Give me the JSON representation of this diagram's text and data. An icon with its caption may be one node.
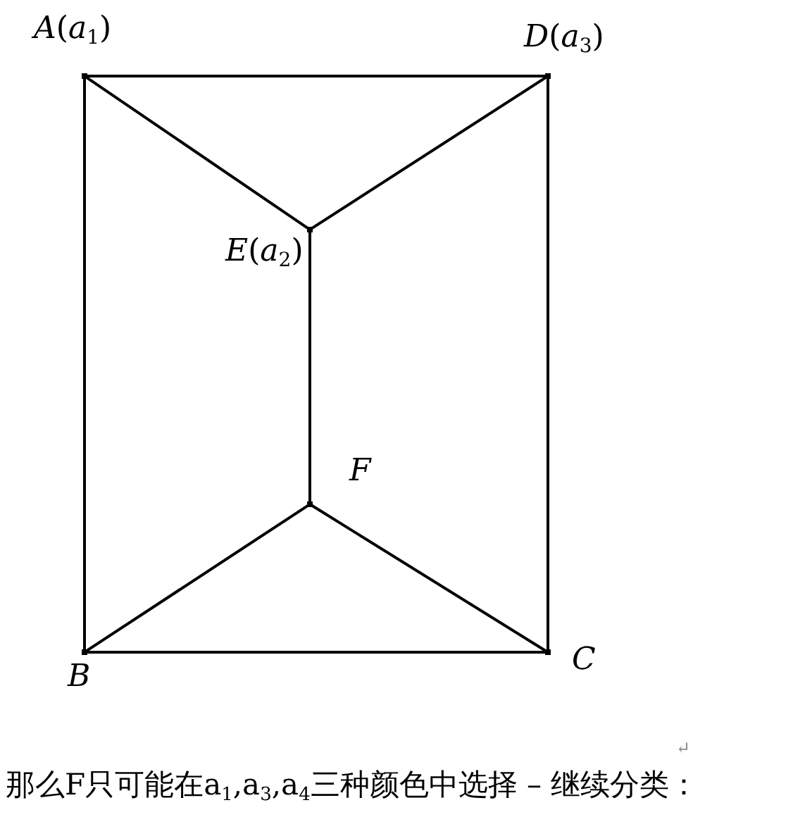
{
  "diagram": {
    "nodes": [
      {
        "text": [],
        "shape": "point",
        "beside": [
          "*A*(*a*$_{1}$)"
        ]
      },
      {
        "text": [],
        "shape": "point",
        "beside": [
          "*D*(*a*$_{3}$)"
        ]
      },
      {
        "text": [],
        "shape": "point",
        "beside": [
          "*E*(*a*$_{2}$)"
        ]
      },
      {
        "text": [],
        "shape": "point",
        "beside": [
          "*F*"
        ]
      },
      {
        "text": [],
        "shape": "point",
        "beside": [
          "*B*"
        ]
      },
      {
        "text": [],
        "shape": "point",
        "beside": [
          "*C*"
        ]
      }
    ],
    "edges": [
      {
        "from": 0,
        "to": 1,
        "arrow": "none"
      },
      {
        "from": 0,
        "to": 2,
        "arrow": "none"
      },
      {
        "from": 1,
        "to": 2,
        "arrow": "none"
      },
      {
        "from": 0,
        "to": 4,
        "arrow": "none"
      },
      {
        "from": 1,
        "to": 5,
        "arrow": "none"
      },
      {
        "from": 2,
        "to": 3,
        "arrow": "none"
      },
      {
        "from": 3,
        "to": 4,
        "arrow": "none"
      },
      {
        "from": 3,
        "to": 5,
        "arrow": "none"
      },
      {
        "from": 4,
        "to": 5,
        "arrow": "none"
      }
    ],
    "labels": [
      "↵",
      "那么F只可能在a$_{1}$,a$_{3}$,a$_{4}$三种颜色中选择 – 继续分类："
    ]
  }
}
